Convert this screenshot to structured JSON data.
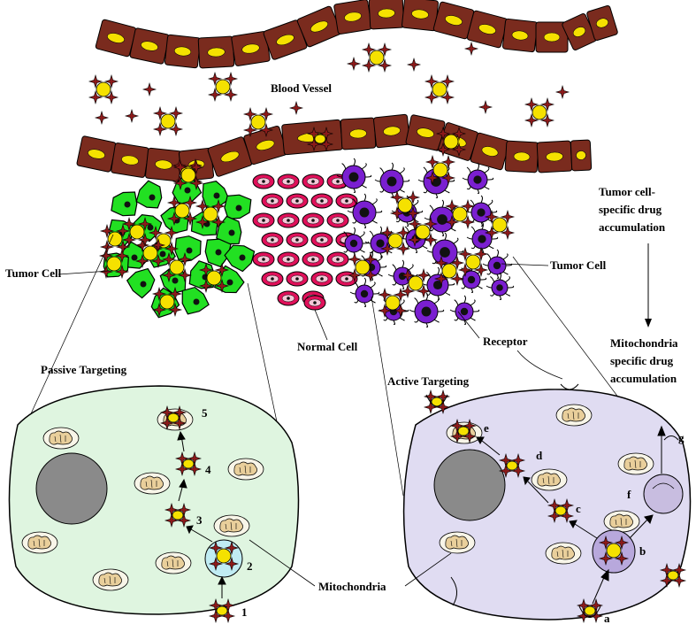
{
  "labels": {
    "blood_vessel": "Blood Vessel",
    "tumor_cell_left": "Tumor Cell",
    "tumor_cell_right": "Tumor Cell",
    "normal_cell": "Normal Cell",
    "receptor": "Receptor",
    "passive_targeting": "Passive Targeting",
    "active_targeting": "Active Targeting",
    "mitochondria": "Mitochondria",
    "side_top": [
      "Tumor cell-",
      "specific drug",
      "accumulation"
    ],
    "side_bottom": [
      "Mitochondria",
      "specific drug",
      "accumulation"
    ]
  },
  "passive_steps": [
    "1",
    "2",
    "3",
    "4",
    "5"
  ],
  "active_steps": [
    "a",
    "b",
    "c",
    "d",
    "e",
    "f",
    "g"
  ],
  "colors": {
    "vessel_cell": "#7a2b1e",
    "nucleus_yellow": "#f5e100",
    "green_cell": "#22e022",
    "pink_cell": "#e0105a",
    "purple_cell": "#7a1fd0",
    "passive_bg": "#dff5e0",
    "active_bg": "#e0dcf2",
    "nucleus_gray": "#8a8a8a",
    "star": "#8b1a1a"
  }
}
